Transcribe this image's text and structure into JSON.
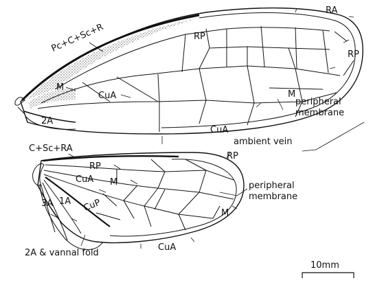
{
  "forewing": {
    "labels": {
      "costal": "Pc+C+Sc+R",
      "ra": "RA",
      "rp_inner": "RP",
      "rp_outer": "RP",
      "m_inner": "M",
      "m_outer": "M",
      "cua_inner": "CuA",
      "cua_outer": "CuA",
      "a2": "2A",
      "peripheral_membrane_1": "peripheral",
      "peripheral_membrane_2": "membrane",
      "ambient_vein": "ambient vein"
    }
  },
  "hindwing": {
    "labels": {
      "costal": "C+Sc+RA",
      "rp_inner": "RP",
      "rp_outer": "RP",
      "m_inner": "M",
      "m_outer": "M",
      "cua_inner": "CuA",
      "cua_outer": "CuA",
      "a1": "1A",
      "a3": "3A",
      "cup": "CuP",
      "peripheral_membrane_1": "peripheral",
      "peripheral_membrane_2": "membrane",
      "vannal_fold": "2A & vannal fold"
    }
  },
  "scale_bar": {
    "label": "10mm"
  },
  "colors": {
    "ink": "#111111",
    "background": "#ffffff"
  }
}
